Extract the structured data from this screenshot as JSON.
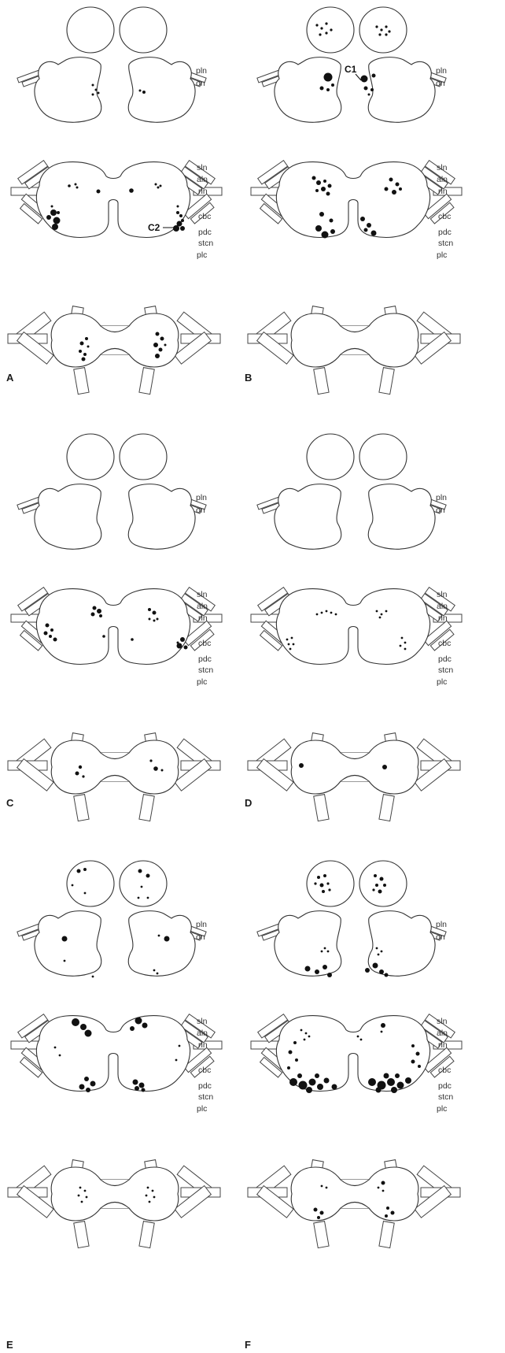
{
  "figure": {
    "nerve_labels": {
      "pln": "pln",
      "on": "on",
      "sln": "sln",
      "aln": "aln",
      "rln": "rln",
      "cbc": "cbc",
      "pdc": "pdc",
      "stcn": "stcn",
      "plc": "plc"
    },
    "callouts": {
      "c1": "C1",
      "c2": "C2"
    },
    "panels": [
      {
        "letter": "A"
      },
      {
        "letter": "B"
      },
      {
        "letter": "C"
      },
      {
        "letter": "D"
      },
      {
        "letter": "E"
      },
      {
        "letter": "F"
      }
    ],
    "colors": {
      "outline": "#333333",
      "cell": "#111111",
      "background": "#ffffff"
    }
  }
}
